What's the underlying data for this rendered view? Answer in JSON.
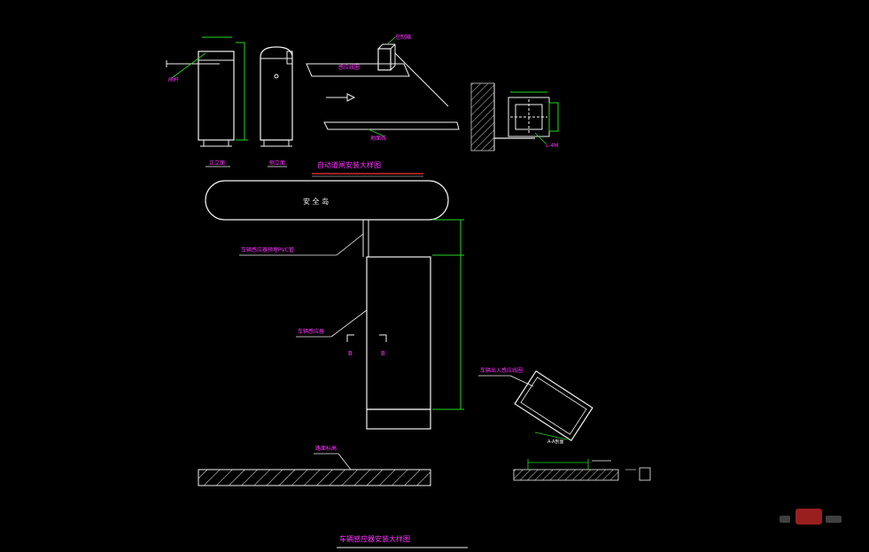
{
  "labels": {
    "barrier_front_caption": "正立面",
    "barrier_side_caption": "侧立面",
    "boom_arm_label": "闸杆",
    "loop_label": "感应线圈",
    "motor_box_label": "控制箱",
    "rail_label": "地面线",
    "anchor_bolt_label": "L-4M",
    "section_title": "自动道闸安装大样图",
    "safety_island_text": "安 全 岛",
    "conduit_label": "车辆感应器预埋PVC管",
    "detector_body_label": "车辆感应器",
    "section_mark_left": "B",
    "section_mark_right": "B",
    "ground_label": "路面标高",
    "pit_label": "车辆出入感应线圈",
    "small_detail_label": "A-A剖面",
    "bottom_title": "车辆感应器安装大样图"
  },
  "colors": {
    "background": "#000000",
    "line_white": "#f2f2f2",
    "line_green": "#22dd22",
    "text_magenta": "#ff33ff",
    "accent_red": "#ff3333"
  }
}
